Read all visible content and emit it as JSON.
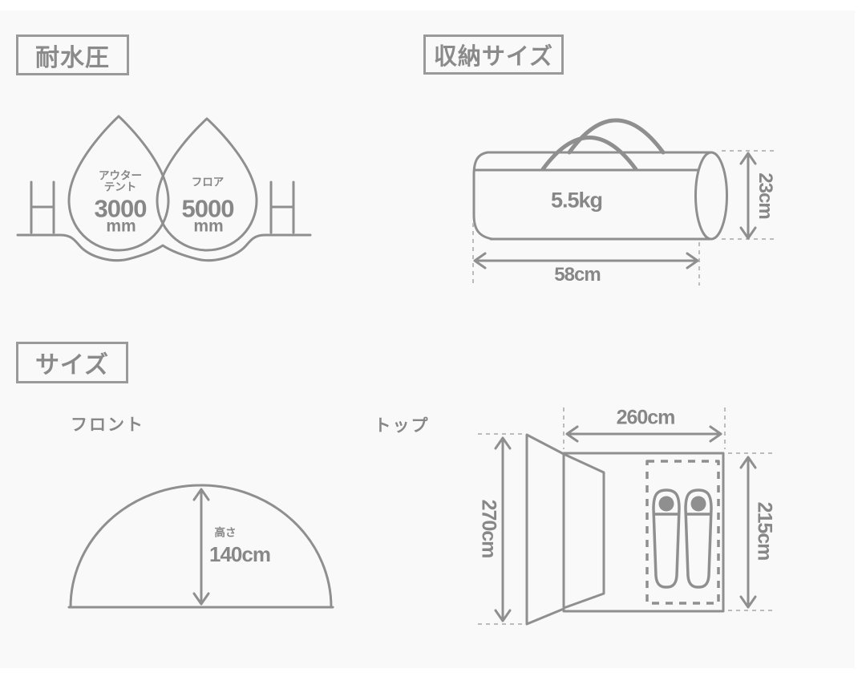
{
  "palette": {
    "page_bg": "#ffffff",
    "content_bg": "#f9f9f9",
    "line_gray": "#8f8f8f",
    "dash_gray": "#bcbcbc",
    "text_gray": "#878787",
    "box_border_gray": "#9a9a9a"
  },
  "water_resistance": {
    "title": "耐水圧",
    "outer_tent_drop": {
      "label_line1": "アウター",
      "label_line2": "テント",
      "value": "3000",
      "unit": "mm"
    },
    "floor_drop": {
      "label": "フロア",
      "value": "5000",
      "unit": "mm"
    }
  },
  "storage": {
    "title": "収納サイズ",
    "weight": "5.5kg",
    "height": "23cm",
    "length": "58cm"
  },
  "size": {
    "title": "サイズ",
    "front_view": {
      "label": "フロント",
      "height_caption": "高さ",
      "height_value": "140cm"
    },
    "top_view": {
      "label": "トップ",
      "width": "260cm",
      "total_depth": "270cm",
      "inner_length": "215cm"
    }
  }
}
